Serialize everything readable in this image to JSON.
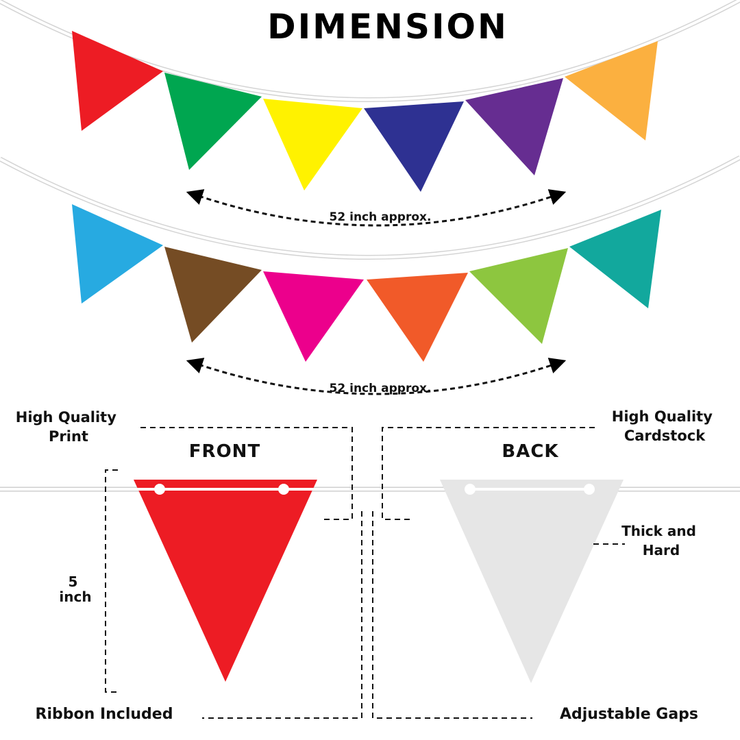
{
  "title": "DIMENSION",
  "colors": {
    "row1": [
      "#ED1C24",
      "#00A650",
      "#FFF200",
      "#2E3192",
      "#662D91",
      "#FBB040"
    ],
    "row2": [
      "#27AAE1",
      "#754C24",
      "#EC008C",
      "#F15A29",
      "#8DC63F",
      "#12A89D"
    ],
    "front_flag": "#ED1C24",
    "back_flag": "#E6E6E6",
    "string": "#ffffff",
    "string_shadow": "#cfcfcf",
    "text": "#111111"
  },
  "measurements": {
    "row1_length": "52 inch approx.",
    "row2_length": "52 inch approx.",
    "flag_height": [
      "5",
      "inch"
    ]
  },
  "labels": {
    "front": "FRONT",
    "back": "BACK",
    "print_quality": [
      "High Quality",
      "Print"
    ],
    "cardstock": [
      "High Quality",
      "Cardstock"
    ],
    "thickness": [
      "Thick and",
      "Hard"
    ],
    "ribbon": "Ribbon Included",
    "gaps": "Adjustable Gaps"
  }
}
